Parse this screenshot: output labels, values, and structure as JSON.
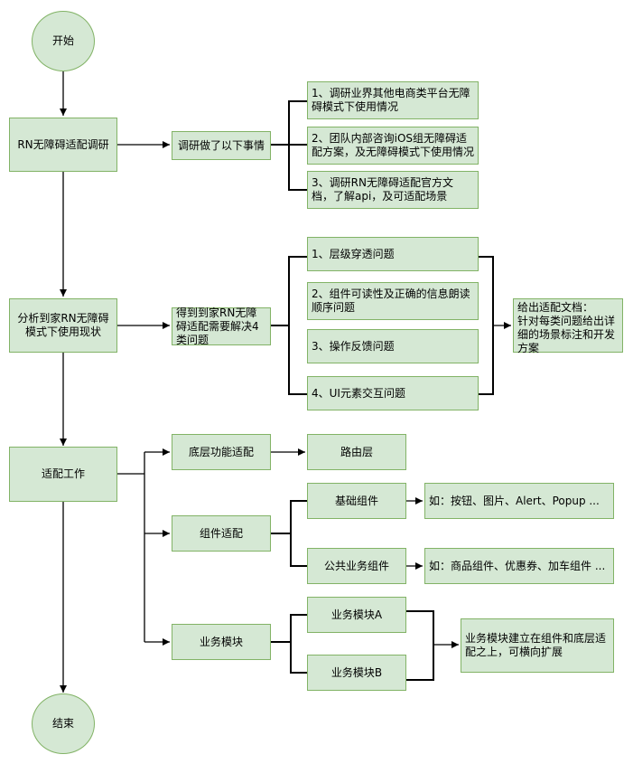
{
  "flow": {
    "start": "开始",
    "end": "结束",
    "step1": "RN无障碍适配调研",
    "step2": "分析到家RN无障碍模式下使用现状",
    "step3": "适配工作"
  },
  "research": {
    "summary": "调研做了以下事情",
    "items": [
      "1、调研业界其他电商类平台无障碍模式下使用情况",
      "2、团队内部咨询iOS组无障碍适配方案，及无障碍模式下使用情况",
      "3、调研RN无障碍适配官方文档，了解api，及可适配场景"
    ]
  },
  "analysis": {
    "summary": "得到到家RN无障碍适配需要解决4类问题",
    "items": [
      "1、层级穿透问题",
      "2、组件可读性及正确的信息朗读顺序问题",
      "3、操作反馈问题",
      "4、UI元素交互问题"
    ],
    "result": "给出适配文档：\n针对每类问题给出详细的场景标注和开发方案"
  },
  "work": {
    "base": "底层功能适配",
    "router": "路由层",
    "component": "组件适配",
    "basic_component": "基础组件",
    "basic_example": "如：按钮、图片、Alert、Popup ...",
    "biz_component": "公共业务组件",
    "biz_example": "如：商品组件、优惠券、加车组件 ...",
    "module": "业务模块",
    "module_a": "业务模块A",
    "module_b": "业务模块B",
    "module_note": "业务模块建立在组件和底层适配之上，可横向扩展"
  }
}
